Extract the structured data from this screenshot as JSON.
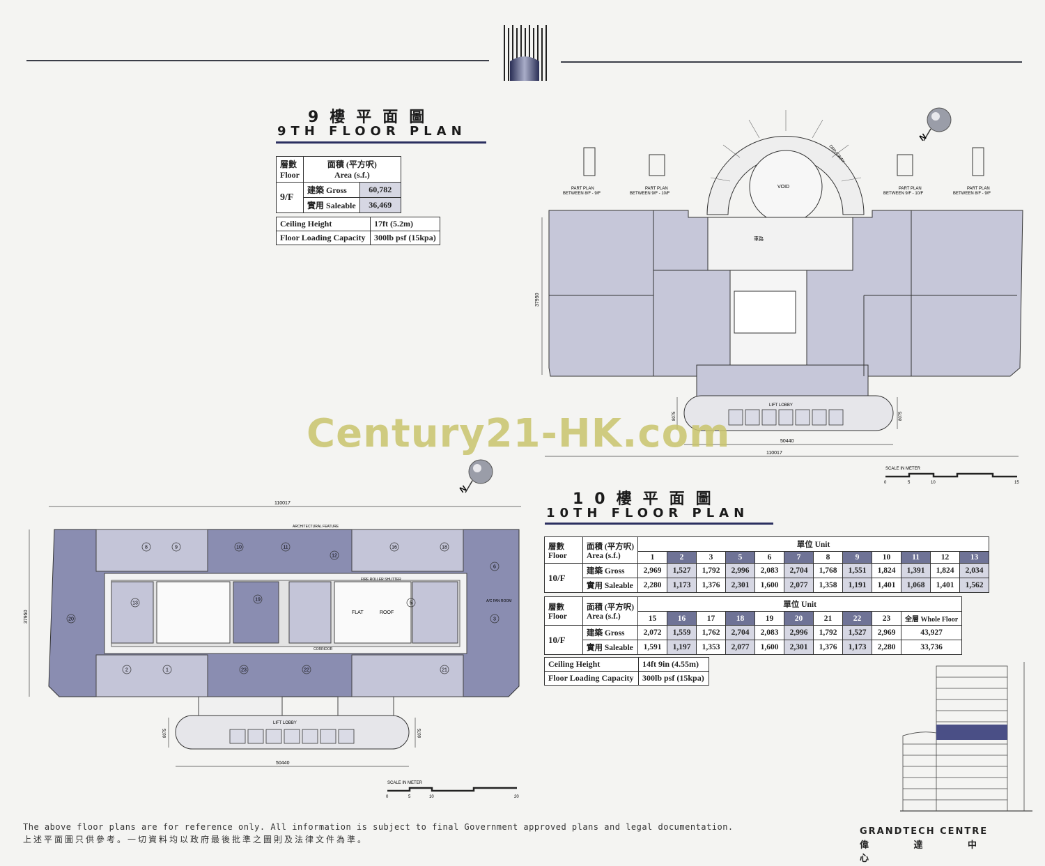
{
  "page": {
    "disclaimer_en": "The above floor plans are for reference only. All information is subject to final Government approved plans and legal documentation.",
    "disclaimer_cn": "上述平面圖只供參考。一切資料均以政府最後批準之圖則及法律文件為準。",
    "watermark": "Century21-HK.com"
  },
  "brand": {
    "name_en": "GRANDTECH CENTRE",
    "name_cn": "偉 達 中 心"
  },
  "floor9": {
    "title_cn": "9樓平面圖",
    "title_en": "9TH FLOOR PLAN",
    "table": {
      "floor_header_cn": "層數",
      "floor_header_en": "Floor",
      "area_header_cn": "面積 (平方呎)",
      "area_header_en": "Area (s.f.)",
      "floor": "9/F",
      "gross_label_cn": "建築",
      "gross_label_en": "Gross",
      "gross_value": "60,782",
      "saleable_label_cn": "實用",
      "saleable_label_en": "Saleable",
      "saleable_value": "36,469"
    },
    "specs": {
      "ceiling_label": "Ceiling Height",
      "ceiling_value": "17ft (5.2m)",
      "loading_label": "Floor Loading Capacity",
      "loading_value": "300lb psf (15kpa)"
    },
    "plan_labels": {
      "void": "VOID",
      "driveway": "DRIVEWAY",
      "driveway_cn": "車路",
      "lift_lobby": "LIFT LOBBY",
      "part_plan_1": "PART PLAN",
      "part_plan_1b": "BETWEEN 8/F - 9/F",
      "part_plan_2": "PART PLAN",
      "part_plan_2b": "BETWEEN 9/F - 10/F",
      "part_plan_3": "PART PLAN",
      "part_plan_3b": "BETWEEN 9/F - 10/F",
      "part_plan_4": "PART PLAN",
      "part_plan_4b": "BETWEEN 8/F - 9/F",
      "dim_height": "37950",
      "dim_lobby_h": "8075",
      "dim_width": "110017",
      "dim_lobby_w": "50440",
      "scale": "SCALE IN METER",
      "scale_0": "0",
      "scale_5": "5",
      "scale_10": "10",
      "scale_15": "15",
      "north": "N"
    }
  },
  "floor10": {
    "title_cn": "10樓平面圖",
    "title_en": "10TH FLOOR PLAN",
    "table_a": {
      "floor_header_cn": "層數",
      "floor_header_en": "Floor",
      "area_header_cn": "面積 (平方呎)",
      "area_header_en": "Area (s.f.)",
      "unit_header": "單位 Unit",
      "floor": "10/F",
      "gross_label_cn": "建築",
      "gross_label_en": "Gross",
      "saleable_label_cn": "實用",
      "saleable_label_en": "Saleable",
      "units": [
        "1",
        "2",
        "3",
        "5",
        "6",
        "7",
        "8",
        "9",
        "10",
        "11",
        "12",
        "13"
      ],
      "shaded": [
        false,
        true,
        false,
        true,
        false,
        true,
        false,
        true,
        false,
        true,
        false,
        true
      ],
      "gross": [
        "2,969",
        "1,527",
        "1,792",
        "2,996",
        "2,083",
        "2,704",
        "1,768",
        "1,551",
        "1,824",
        "1,391",
        "1,824",
        "2,034"
      ],
      "saleable": [
        "2,280",
        "1,173",
        "1,376",
        "2,301",
        "1,600",
        "2,077",
        "1,358",
        "1,191",
        "1,401",
        "1,068",
        "1,401",
        "1,562"
      ]
    },
    "table_b": {
      "floor_header_cn": "層數",
      "floor_header_en": "Floor",
      "area_header_cn": "面積 (平方呎)",
      "area_header_en": "Area (s.f.)",
      "unit_header": "單位 Unit",
      "floor": "10/F",
      "gross_label_cn": "建築",
      "gross_label_en": "Gross",
      "saleable_label_cn": "實用",
      "saleable_label_en": "Saleable",
      "units": [
        "15",
        "16",
        "17",
        "18",
        "19",
        "20",
        "21",
        "22",
        "23"
      ],
      "shaded": [
        false,
        true,
        false,
        true,
        false,
        true,
        false,
        true,
        false
      ],
      "gross": [
        "2,072",
        "1,559",
        "1,762",
        "2,704",
        "2,083",
        "2,996",
        "1,792",
        "1,527",
        "2,969"
      ],
      "saleable": [
        "1,591",
        "1,197",
        "1,353",
        "2,077",
        "1,600",
        "2,301",
        "1,376",
        "1,173",
        "2,280"
      ],
      "whole_header": "全層 Whole Floor",
      "whole_gross": "43,927",
      "whole_saleable": "33,736"
    },
    "specs": {
      "ceiling_label": "Ceiling Height",
      "ceiling_value": "14ft 9in (4.55m)",
      "loading_label": "Floor Loading Capacity",
      "loading_value": "300lb psf (15kpa)"
    },
    "plan_labels": {
      "flat_roof": "FLAT",
      "roof": "ROOF",
      "corridor": "CORRIDOR",
      "fire_roller": "FIRE ROLLER SHUTTER",
      "lift_lobby": "LIFT LOBBY",
      "ac_fan": "A/C FAN ROOM",
      "architectural": "ARCHITECTURAL FEATURE",
      "dim_height": "37950",
      "dim_lobby_h": "8075",
      "dim_width": "110017",
      "dim_lobby_w": "50440",
      "scale": "SCALE IN METER",
      "scale_0": "0",
      "scale_5": "5",
      "scale_10": "10",
      "scale_20": "20",
      "north": "N",
      "units": [
        "8",
        "9",
        "10",
        "11",
        "12",
        "16",
        "18",
        "6",
        "13",
        "19",
        "5",
        "20",
        "3",
        "2",
        "1",
        "23",
        "22",
        "21"
      ]
    }
  }
}
